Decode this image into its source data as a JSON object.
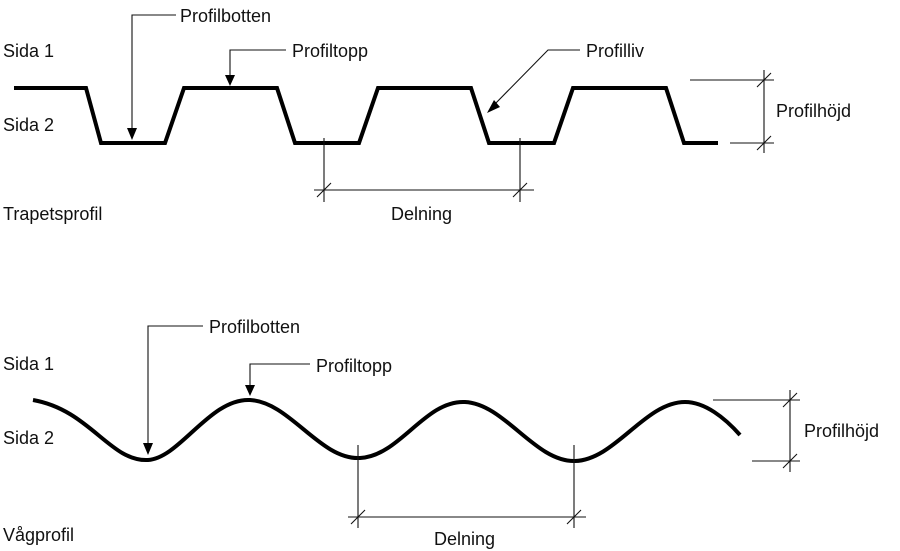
{
  "trapets": {
    "side1": "Sida 1",
    "side2": "Sida 2",
    "title": "Trapetsprofil",
    "profilbotten": "Profilbotten",
    "profiltopp": "Profiltopp",
    "profilliv": "Profilliv",
    "profilhojd": "Profilhöjd",
    "delning": "Delning"
  },
  "vag": {
    "side1": "Sida 1",
    "side2": "Sida 2",
    "title": "Vågprofil",
    "profilbotten": "Profilbotten",
    "profiltopp": "Profiltopp",
    "profilhojd": "Profilhöjd",
    "delning": "Delning"
  },
  "colors": {
    "ink": "#000000",
    "background": "#ffffff"
  }
}
